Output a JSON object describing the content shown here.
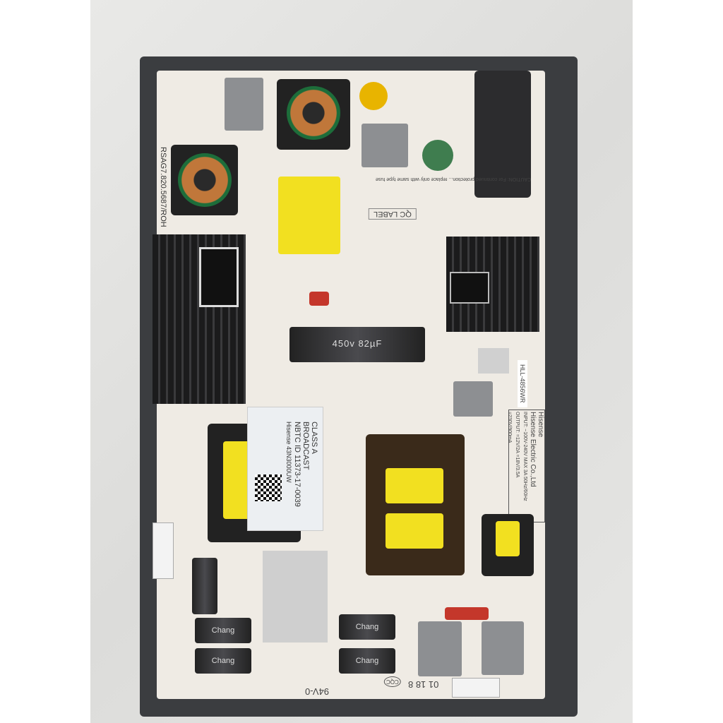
{
  "board_marking": "RSAG7.820.5687/ROH",
  "caution": "CAUTION: For continued protection... replace only with same type fuse",
  "qc_label": "QC LABEL",
  "capacitor_label": "450v 82µF",
  "model_tag": "HLL-4856WR",
  "maker_label": {
    "brand": "Hisense",
    "company": "Hisense Electric Co.,Ltd",
    "input": "INPUT: ~100V-240V MAX 3A 50Hz/60Hz",
    "output": "OUTPUT: =12V/2A =18V/3.5A",
    "output2": "=230V/900mA"
  },
  "sticker": {
    "class": "CLASS A",
    "broadcast": "BROADCAST",
    "id": "NBTC ID 11373-17-0039",
    "model": "Hisense 43N3000UW"
  },
  "rating": "94V-0",
  "date_code": "01 18 8",
  "cert": "CQC",
  "electrolytic_brand": "Chang"
}
